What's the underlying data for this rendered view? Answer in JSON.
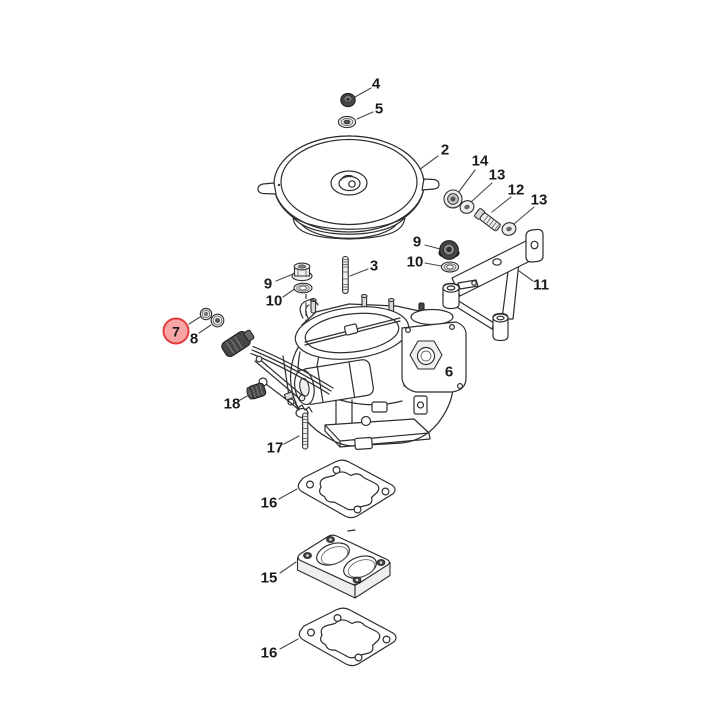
{
  "diagram": {
    "type": "exploded-parts-diagram",
    "subject": "carburetor-assembly",
    "colors": {
      "background": "#ffffff",
      "line": "#2e2e2e",
      "leader": "#4a4a4a",
      "label": "#1b1b1b",
      "highlight_fill": "#f7a5a5",
      "highlight_border": "#e23d3d"
    },
    "highlighted_part": "7",
    "callouts": [
      {
        "part": "4",
        "highlighted": false
      },
      {
        "part": "5",
        "highlighted": false
      },
      {
        "part": "2",
        "highlighted": false
      },
      {
        "part": "14",
        "highlighted": false
      },
      {
        "part": "13",
        "highlighted": false
      },
      {
        "part": "12",
        "highlighted": false
      },
      {
        "part": "13",
        "highlighted": false
      },
      {
        "part": "9",
        "highlighted": false
      },
      {
        "part": "10",
        "highlighted": false
      },
      {
        "part": "3",
        "highlighted": false
      },
      {
        "part": "9",
        "highlighted": false
      },
      {
        "part": "10",
        "highlighted": false
      },
      {
        "part": "11",
        "highlighted": false
      },
      {
        "part": "7",
        "highlighted": true
      },
      {
        "part": "8",
        "highlighted": false
      },
      {
        "part": "6",
        "highlighted": false
      },
      {
        "part": "18",
        "highlighted": false
      },
      {
        "part": "17",
        "highlighted": false
      },
      {
        "part": "16",
        "highlighted": false
      },
      {
        "part": "15",
        "highlighted": false
      },
      {
        "part": "16",
        "highlighted": false
      }
    ]
  }
}
